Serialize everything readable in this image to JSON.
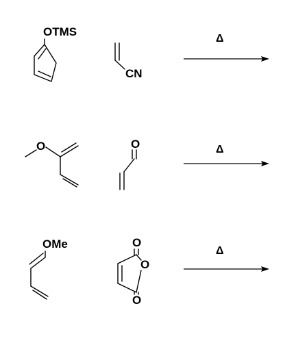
{
  "reactions": [
    {
      "diene_label": "OTMS",
      "dienophile_label": "CN",
      "condition": "Δ"
    },
    {
      "diene_label": "O",
      "dienophile_label": "O",
      "condition": "Δ"
    },
    {
      "diene_label": "OMe",
      "dienophile_labels": [
        "O",
        "O",
        "O"
      ],
      "condition": "Δ"
    }
  ]
}
